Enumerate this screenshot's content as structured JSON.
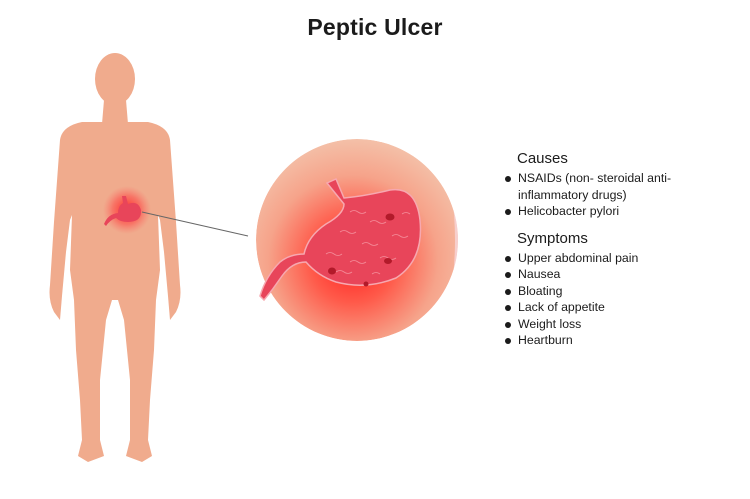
{
  "title": "Peptic Ulcer",
  "illustration": {
    "body_color": "#f0ab8d",
    "stomach_color": "#e8455a",
    "glow_color": "#ff2a2a",
    "circle_color": "#f4b39c"
  },
  "legend": {
    "causes": {
      "heading": "Causes",
      "items": [
        "NSAIDs (non- steroidal anti-",
        "inflammatory drugs)",
        "Helicobacter pylori"
      ]
    },
    "symptoms": {
      "heading": "Symptoms",
      "items": [
        "Upper abdominal pain",
        "Nausea",
        "Bloating",
        "Lack of appetite",
        "Weight loss",
        "Heartburn"
      ]
    }
  }
}
